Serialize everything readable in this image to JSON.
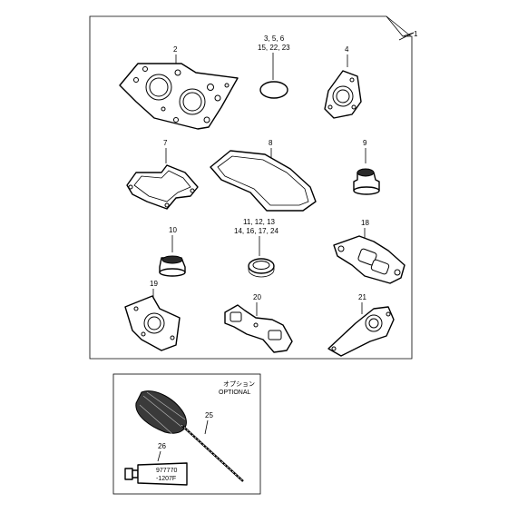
{
  "title": "",
  "kit_label": "1",
  "parts": {
    "p2": "2",
    "p3": "3, 5, 6",
    "p3b": "15, 22, 23",
    "p4": "4",
    "p7": "7",
    "p8": "8",
    "p9": "9",
    "p10": "10",
    "p11": "11, 12, 13",
    "p11b": "14, 16, 17, 24",
    "p18": "18",
    "p19": "19",
    "p20": "20",
    "p21": "21",
    "p25": "25",
    "p26": "26"
  },
  "optional": {
    "jp": "オプション",
    "en": "OPTIONAL"
  },
  "tube": {
    "line1": "977770",
    "line2": "-1207F"
  }
}
